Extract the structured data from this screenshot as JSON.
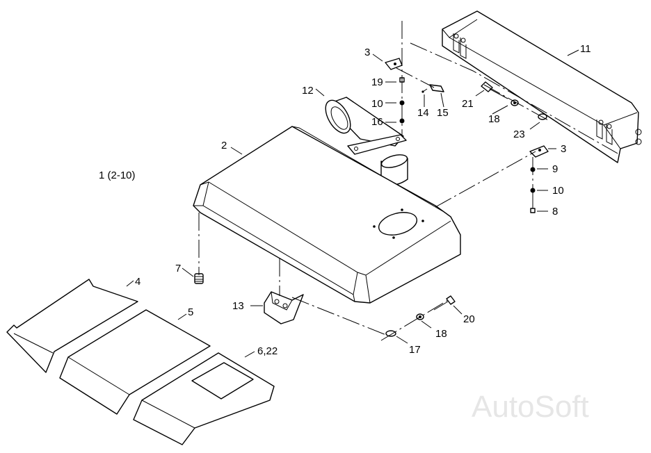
{
  "assembly_label": "1 (2-10)",
  "watermark": "AutoSoft",
  "callouts": {
    "c2": "2",
    "c3a": "3",
    "c3b": "3",
    "c4": "4",
    "c5": "5",
    "c6": "6,22",
    "c7": "7",
    "c8": "8",
    "c9": "9",
    "c10a": "10",
    "c10b": "10",
    "c11": "11",
    "c12": "12",
    "c13": "13",
    "c14": "14",
    "c15": "15",
    "c16": "16",
    "c17": "17",
    "c18a": "18",
    "c18b": "18",
    "c19": "19",
    "c20": "20",
    "c21": "21",
    "c23": "23"
  }
}
